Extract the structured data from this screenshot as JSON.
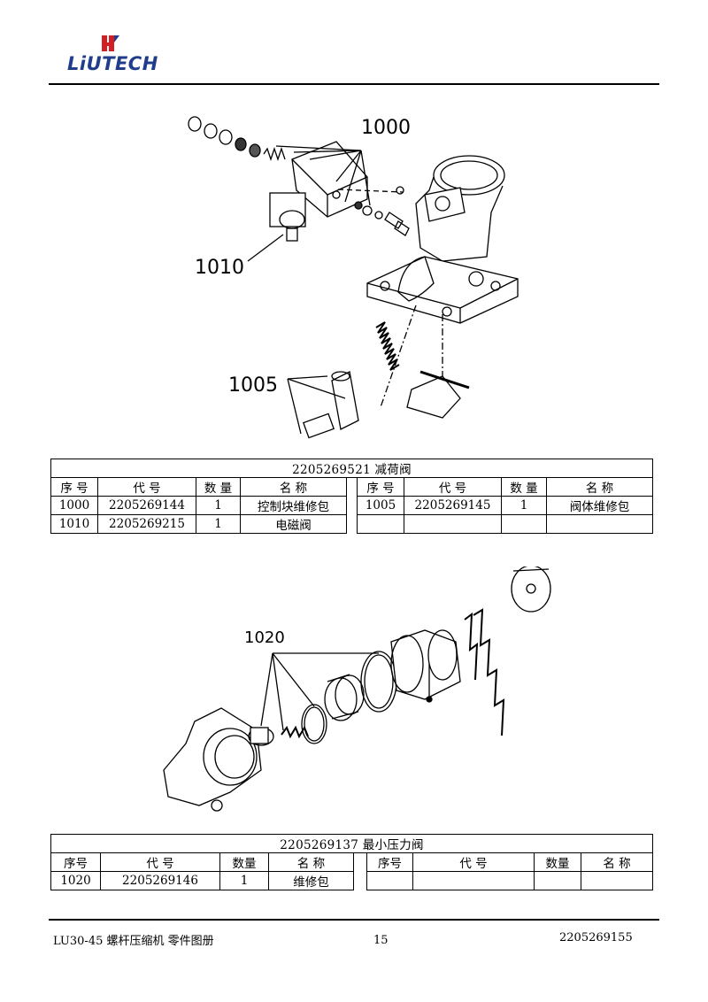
{
  "header": {
    "logo_text": "LiUTECH"
  },
  "section1": {
    "callouts": [
      "1000",
      "1010",
      "1005"
    ],
    "table": {
      "title": "2205269521  减荷阀",
      "headers": [
        "序 号",
        "代   号",
        "数 量",
        "名    称",
        "序 号",
        "代    号",
        "数 量",
        "名    称"
      ],
      "rows": [
        [
          "1000",
          "2205269144",
          "1",
          "控制块维修包",
          "1005",
          "2205269145",
          "1",
          "阀体维修包"
        ],
        [
          "1010",
          "2205269215",
          "1",
          "电磁阀",
          "",
          "",
          "",
          ""
        ]
      ]
    }
  },
  "section2": {
    "callouts": [
      "1020"
    ],
    "table": {
      "title": "2205269137  最小压力阀",
      "headers": [
        "序号",
        "代 号",
        "数量",
        "名    称",
        "序号",
        "代    号",
        "数量",
        "名    称"
      ],
      "rows": [
        [
          "1020",
          "2205269146",
          "1",
          "维修包",
          "",
          "",
          "",
          ""
        ]
      ]
    }
  },
  "footer": {
    "left": "LU30-45 螺杆压缩机  零件图册",
    "page": "15",
    "right": "2205269155"
  }
}
